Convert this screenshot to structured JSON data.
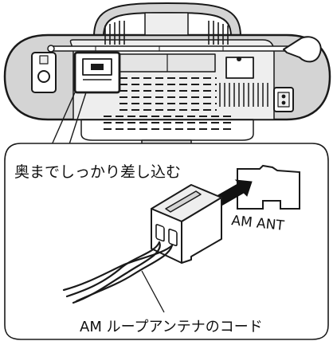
{
  "diagram": {
    "instruction_label": "奥までしっかり差し込む",
    "terminal_label": "AM ANT",
    "cable_label": "AM ループアンテナのコード"
  },
  "colors": {
    "line": "#1a1a1a",
    "body_fill": "#d4d4d4",
    "panel_fill": "#eeeeee",
    "highlight_fill": "#ffffff",
    "arrow_fill": "#111111"
  }
}
